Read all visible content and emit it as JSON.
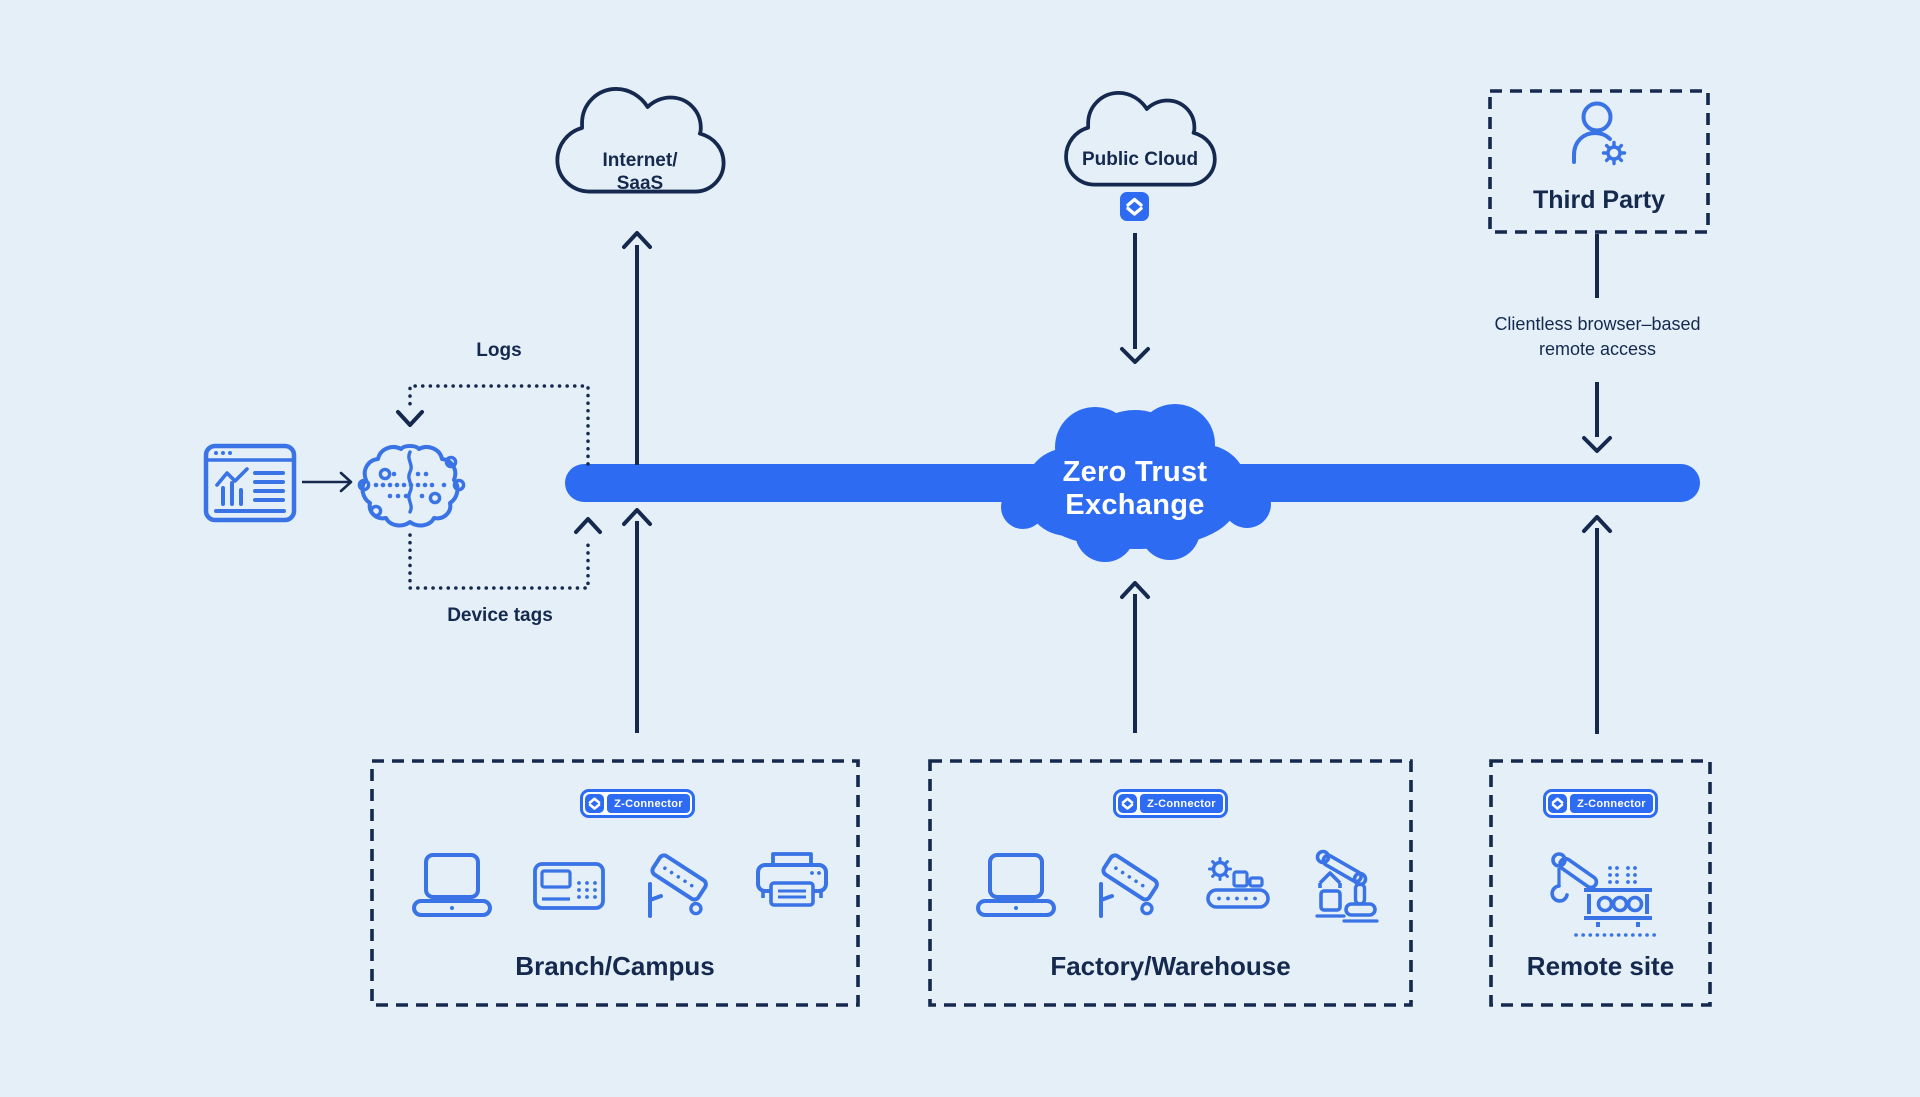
{
  "palette": {
    "background": "#E4EFF8",
    "navy": "#14294D",
    "blue": "#2D6BF2",
    "icon_blue": "#3973E6",
    "white": "#FFFFFF"
  },
  "clouds": {
    "internet": {
      "line1": "Internet/",
      "line2": "SaaS"
    },
    "public": {
      "label": "Public Cloud"
    },
    "zero_trust": {
      "line1": "Zero Trust",
      "line2": "Exchange"
    }
  },
  "third_party": {
    "label": "Third Party",
    "note_line1": "Clientless browser–based",
    "note_line2": "remote access"
  },
  "ai": {
    "logs_label": "Logs",
    "device_tags_label": "Device tags"
  },
  "sites": [
    {
      "label": "Branch/Campus",
      "connector": "Z-Connector",
      "devices": [
        "laptop",
        "control-panel",
        "security-camera",
        "printer"
      ]
    },
    {
      "label": "Factory/Warehouse",
      "connector": "Z-Connector",
      "devices": [
        "laptop",
        "security-camera",
        "conveyor-automation",
        "robot-arm"
      ]
    },
    {
      "label": "Remote site",
      "connector": "Z-Connector",
      "devices": [
        "construction-rig"
      ]
    }
  ]
}
